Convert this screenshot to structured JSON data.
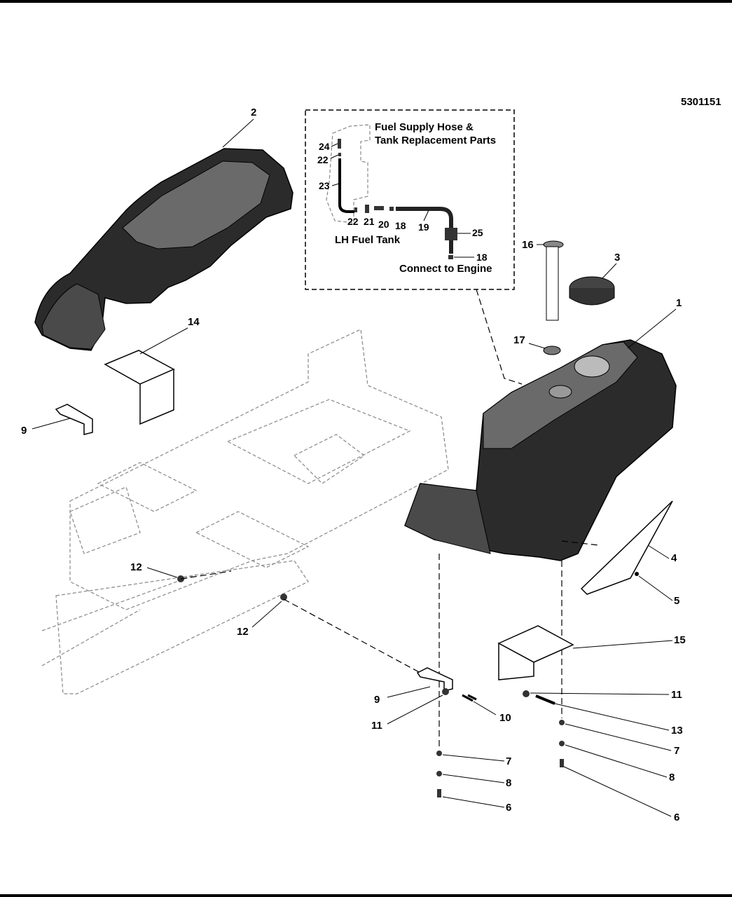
{
  "part_number": "5301151",
  "inset": {
    "title_line1": "Fuel Supply Hose &",
    "title_line2": "Tank Replacement Parts",
    "caption_tank": "LH Fuel Tank",
    "caption_engine": "Connect to Engine",
    "callouts": [
      "24",
      "22",
      "23",
      "22",
      "21",
      "20",
      "18",
      "19",
      "25",
      "18"
    ]
  },
  "callouts": {
    "c1": "1",
    "c2": "2",
    "c3": "3",
    "c4": "4",
    "c5": "5",
    "c6a": "6",
    "c6b": "6",
    "c7a": "7",
    "c7b": "7",
    "c8a": "8",
    "c8b": "8",
    "c9a": "9",
    "c9b": "9",
    "c10": "10",
    "c11a": "11",
    "c11b": "11",
    "c12a": "12",
    "c12b": "12",
    "c13": "13",
    "c14": "14",
    "c15": "15",
    "c16": "16",
    "c17": "17"
  }
}
